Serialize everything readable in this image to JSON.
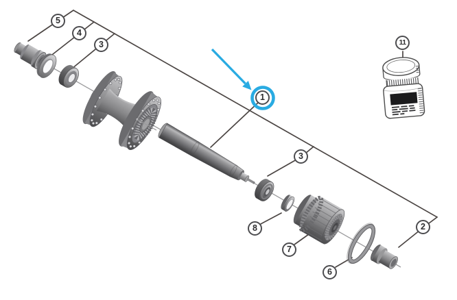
{
  "diagram": {
    "type": "exploded-parts-diagram",
    "subject": "bicycle-hub-assembly",
    "background": "#ffffff",
    "colors": {
      "leader_line": "#4b4543",
      "axis_line": "#9b9b9d",
      "metal_gray": "#919193",
      "highlight_blue": "#29abe2",
      "jar_outline": "#4b4b4b",
      "label_black": "#1b1b1d"
    },
    "callouts": [
      {
        "label": "5",
        "part": "end-cap-left"
      },
      {
        "label": "4",
        "part": "cone-washer"
      },
      {
        "label": "3",
        "part": "bearing-left"
      },
      {
        "label": "1",
        "part": "axle",
        "highlighted": true
      },
      {
        "label": "3",
        "part": "bearing-right"
      },
      {
        "label": "8",
        "part": "spacer-washer"
      },
      {
        "label": "7",
        "part": "freehub-body"
      },
      {
        "label": "6",
        "part": "seal-ring"
      },
      {
        "label": "2",
        "part": "end-cap-right"
      },
      {
        "label": "11",
        "part": "grease-jar"
      }
    ],
    "highlight": {
      "target_callout": "1",
      "style": "ring-and-arrow",
      "color": "#29abe2"
    }
  }
}
